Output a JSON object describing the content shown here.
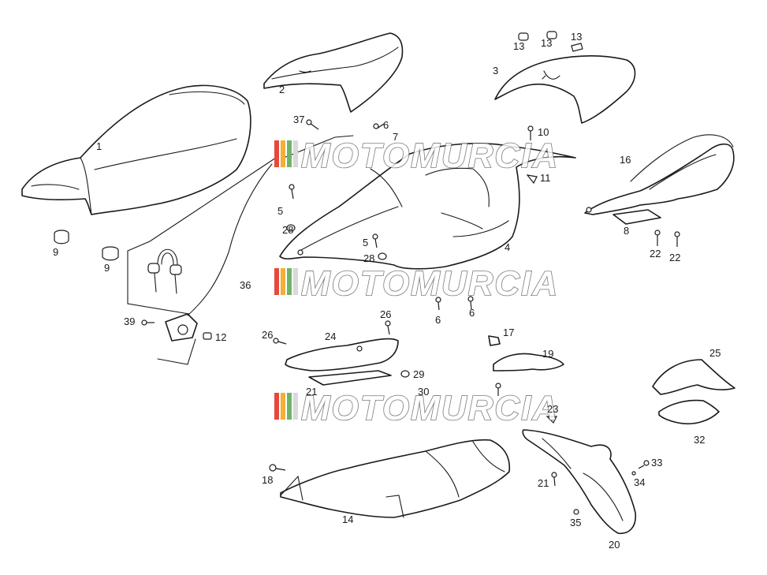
{
  "watermark": {
    "text": "MOTOMURCIA",
    "colors": [
      "#e8473c",
      "#f2b134",
      "#6fb26a",
      "#d9d9d9"
    ]
  },
  "colors": {
    "line": "#1a1a1a",
    "background": "#ffffff"
  },
  "labels": [
    "1",
    "2",
    "3",
    "4",
    "5",
    "5",
    "6",
    "6",
    "6",
    "7",
    "8",
    "9",
    "9",
    "10",
    "11",
    "12",
    "13",
    "13",
    "13",
    "14",
    "16",
    "17",
    "18",
    "19",
    "20",
    "21",
    "21",
    "22",
    "22",
    "23",
    "24",
    "25",
    "26",
    "26",
    "28",
    "28",
    "29",
    "30",
    "32",
    "33",
    "34",
    "35",
    "36",
    "37",
    "39"
  ]
}
